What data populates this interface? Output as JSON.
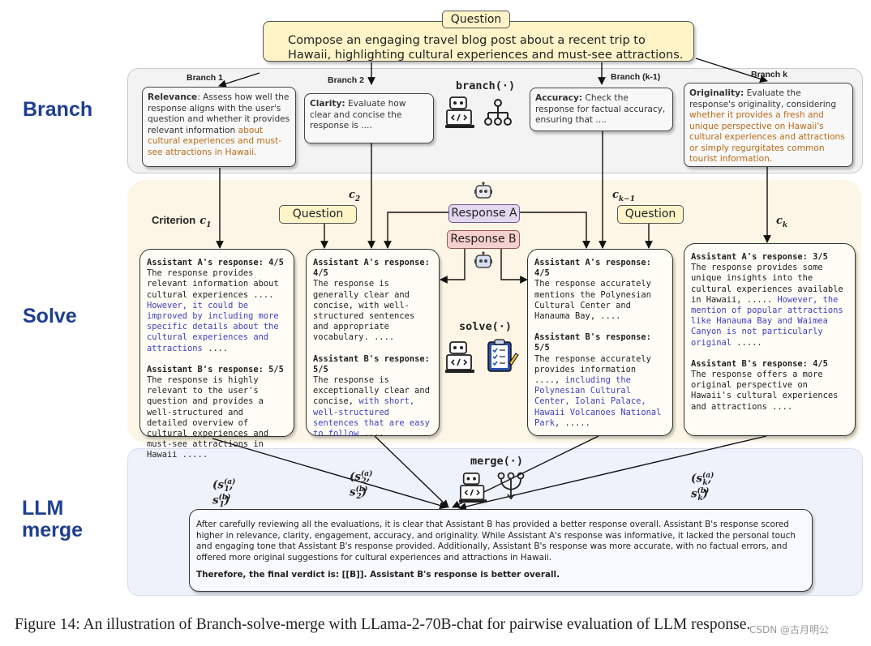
{
  "question_box": {
    "label": "Question",
    "text_line1": "Compose an engaging travel blog post about a recent trip to",
    "text_line2": "Hawaii, highlighting cultural experiences and must-see attractions."
  },
  "sections": {
    "branch": "Branch",
    "solve": "Solve",
    "merge_line1": "LLM",
    "merge_line2": "merge"
  },
  "functions": {
    "branch": "branch(·)",
    "solve": "solve(·)",
    "merge": "merge(·)"
  },
  "branches": [
    {
      "label": "Branch 1",
      "name": "Relevance",
      "text": ": Assess how well the response aligns with the user's question and whether it provides relevant information ",
      "highlight": "about cultural experiences and must-see attractions in Hawaii."
    },
    {
      "label": "Branch 2",
      "name": "Clarity:",
      "text": " Evaluate how clear and concise the response is ....",
      "highlight": ""
    },
    {
      "label": "Branch (k-1)",
      "name": "Accuracy:",
      "text": " Check the response for factual accuracy, ensuring that ....",
      "highlight": ""
    },
    {
      "label": "Branch k",
      "name": "Originality:",
      "text": " Evaluate the response's originality, considering ",
      "highlight": "whether it provides a fresh and unique perspective on Hawaii's cultural experiences and attractions or simply regurgitates common tourist information."
    }
  ],
  "criteria": {
    "label": "Criterion",
    "c1": "c",
    "c1_sub": "1",
    "c2": "c",
    "c2_sub": "2",
    "ck1": "c",
    "ck1_sub": "k−1",
    "ck": "c",
    "ck_sub": "k"
  },
  "solve_inputs": {
    "question_left": "Question",
    "question_right": "Question",
    "response_a": "Response A",
    "response_b": "Response B"
  },
  "judgements": [
    {
      "a_head": "Assistant A's response: 4/5",
      "a_text": "The response provides relevant information about cultural experiences .... ",
      "a_blue": "However, it could be improved by including more specific details about the cultural experiences and attractions",
      "a_tail": " ....",
      "b_head": "Assistant B's response: 5/5",
      "b_text": "The response is highly relevant to the user's question and provides a well-structured and detailed overview of cultural experiences and must-see attractions in Hawaii .....",
      "b_blue": "",
      "b_tail": ""
    },
    {
      "a_head": "Assistant A's response: 4/5",
      "a_text": "The response is generally clear and concise, with well-structured sentences and appropriate vocabulary. ....",
      "a_blue": "",
      "a_tail": "",
      "b_head": "Assistant B's response: 5/5",
      "b_text": "The response is exceptionally clear and concise, ",
      "b_blue": "with short, well-structured sentences that are easy to follow",
      "b_tail": " ...."
    },
    {
      "a_head": "Assistant A's response: 4/5",
      "a_text": "The response accurately mentions the Polynesian Cultural Center and Hanauma Bay, ....",
      "a_blue": "",
      "a_tail": "",
      "b_head": "Assistant B's response: 5/5",
      "b_text": "The response accurately provides information ...., ",
      "b_blue": "including the Polynesian Cultural Center, Iolani Palace, Hawaii Volcanoes National Park",
      "b_tail": ", ....."
    },
    {
      "a_head": "Assistant A's response: 3/5",
      "a_text": "The response provides some unique insights into the cultural experiences available in Hawaii, ..... ",
      "a_blue": "However, the mention of popular attractions like Hanauma Bay and Waimea Canyon is not particularly original",
      "a_tail": " .....",
      "b_head": "Assistant B's response: 4/5",
      "b_text": "The response offers a more original perspective on Hawaii's cultural experiences and attractions ....",
      "b_blue": "",
      "b_tail": ""
    }
  ],
  "scores": {
    "s1": "(s",
    "s1_sup_a": "(a)",
    "s1_sub": "1",
    "s1_sup_b": "(b)",
    "s2_sup_a": "(a)",
    "s2_sub": "2",
    "s2_sup_b": "(b)",
    "sk_sup_a": "(a)",
    "sk_sub": "k",
    "sk_sup_b": "(b)"
  },
  "merge_text": "After carefully reviewing all the evaluations, it is clear that Assistant B has provided a better response overall. Assistant B's response scored higher in relevance, clarity, engagement, accuracy, and originality. While Assistant A's response was informative, it lacked the personal touch and engaging tone that Assistant B's response provided. Additionally, Assistant B's response was more accurate, with no factual errors, and offered more original suggestions for cultural experiences and attractions in Hawaii.",
  "merge_final": "Therefore, the final verdict is: [[B]]. Assistant B's response is better overall.",
  "caption": "Figure 14: An illustration of Branch-solve-merge with LLama-2-70B-chat for pairwise evaluation of LLM response.",
  "watermark": "CSDN @古月明公",
  "colors": {
    "section_label": "#1d3f8f",
    "question_fill": "#fff4c8",
    "response_a_fill": "#e3d8f0",
    "response_b_fill": "#f6d0cf",
    "orange_text": "#b86a16",
    "blue_text": "#3e3fc0"
  },
  "icons": [
    "robot-icon",
    "laptop-code-icon",
    "hierarchy-icon",
    "checklist-icon",
    "merge-icon"
  ]
}
